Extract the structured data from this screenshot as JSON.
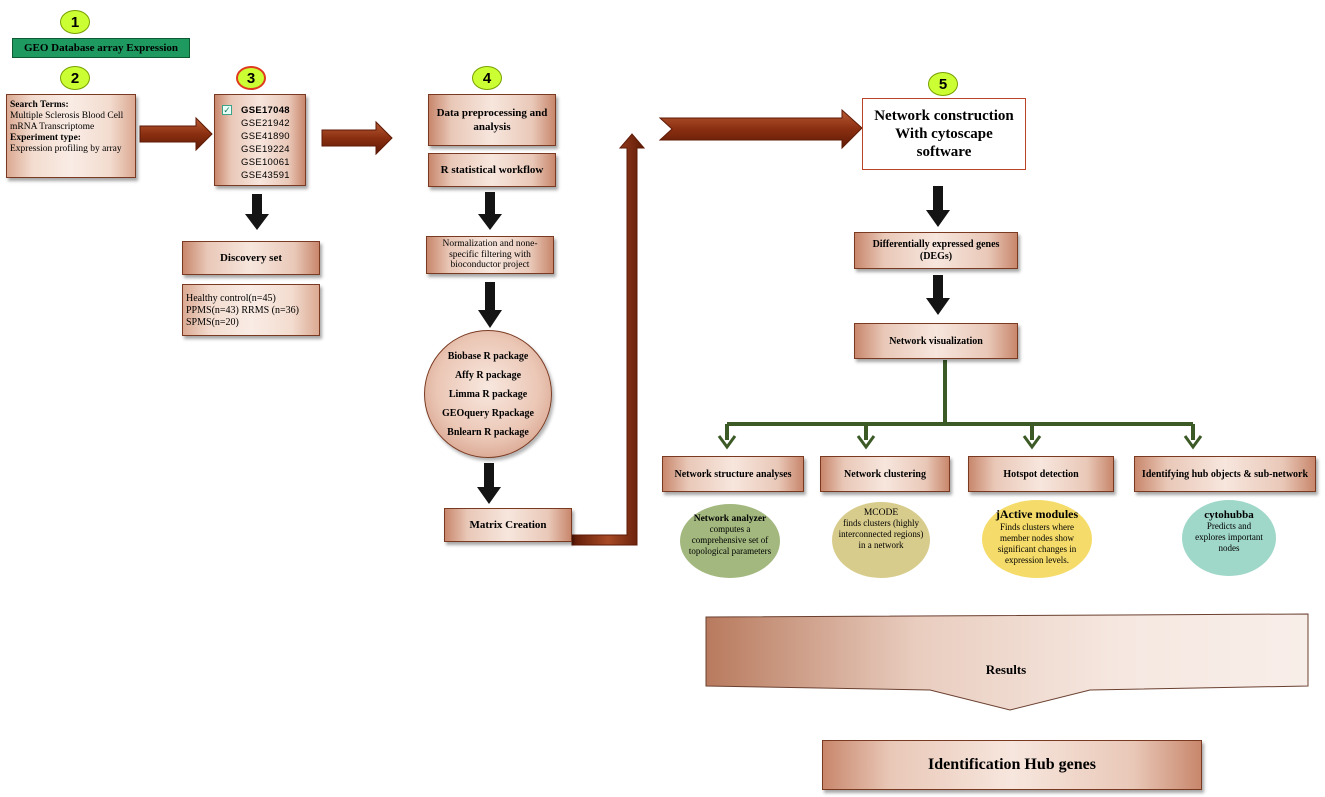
{
  "steps": [
    "1",
    "2",
    "3",
    "4",
    "5"
  ],
  "geo_title": "GEO Database  array Expression",
  "search": {
    "label": "Search Terms:",
    "terms": "Multiple Sclerosis Blood Cell mRNA Transcriptome",
    "exp_label": "Experiment type:",
    "exp_value": "Expression profiling by array"
  },
  "datasets": [
    "GSE17048",
    "GSE21942",
    "GSE41890",
    "GSE19224",
    "GSE10061",
    "GSE43591"
  ],
  "discovery": {
    "title": "Discovery set",
    "lines": [
      "Healthy control(n=45)",
      "PPMS(n=43) RRMS (n=36)",
      "SPMS(n=20)"
    ]
  },
  "workflow": {
    "preprocess": "Data preprocessing and analysis",
    "r_workflow": "R  statistical workflow",
    "normalization": "Normalization and none-specific filtering with bioconductor project",
    "packages": [
      "Biobase R package",
      "Affy R package",
      "Limma R package",
      "GEOquery Rpackage",
      "Bnlearn R package"
    ],
    "matrix": "Matrix Creation"
  },
  "network": {
    "construction": "Network construction With cytoscape software",
    "degs": "Differentially expressed genes (DEGs)",
    "visualization": "Network visualization",
    "branches": [
      {
        "title": "Network structure analyses",
        "tool": "Network analyzer",
        "desc": "computes a comprehensive set of topological parameters",
        "color": "#a3b87f"
      },
      {
        "title": "Network clustering",
        "tool": "MCODE",
        "desc": "finds clusters (highly interconnected regions) in a network",
        "color": "#d8cc8c"
      },
      {
        "title": "Hotspot detection",
        "tool": "jActive modules",
        "desc": "Finds clusters where member nodes show significant changes in expression levels.",
        "color": "#f5dc6a"
      },
      {
        "title": "Identifying hub objects & sub-network",
        "tool": "cytohubba",
        "desc": "Predicts and explores important nodes",
        "color": "#9fd7c8"
      }
    ]
  },
  "results": "Results",
  "final": "Identification Hub genes"
}
